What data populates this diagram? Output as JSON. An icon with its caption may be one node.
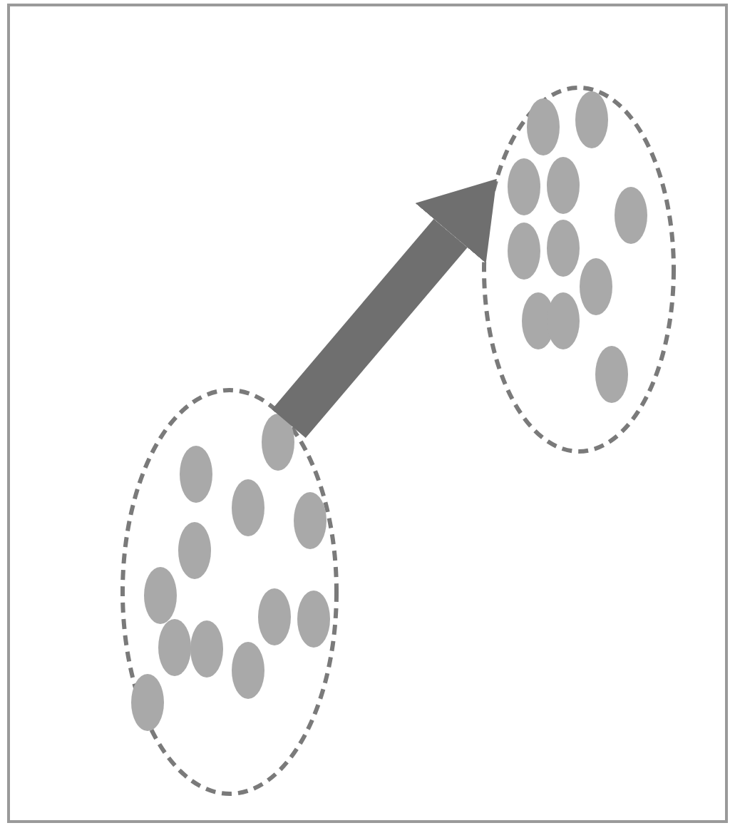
{
  "diagram": {
    "nodes": [
      {
        "text": [],
        "shape": "ellipse"
      },
      {
        "text": [],
        "shape": "ellipse"
      }
    ],
    "edges": [
      {
        "from": 0,
        "to": 1,
        "arrow": "to"
      }
    ]
  }
}
